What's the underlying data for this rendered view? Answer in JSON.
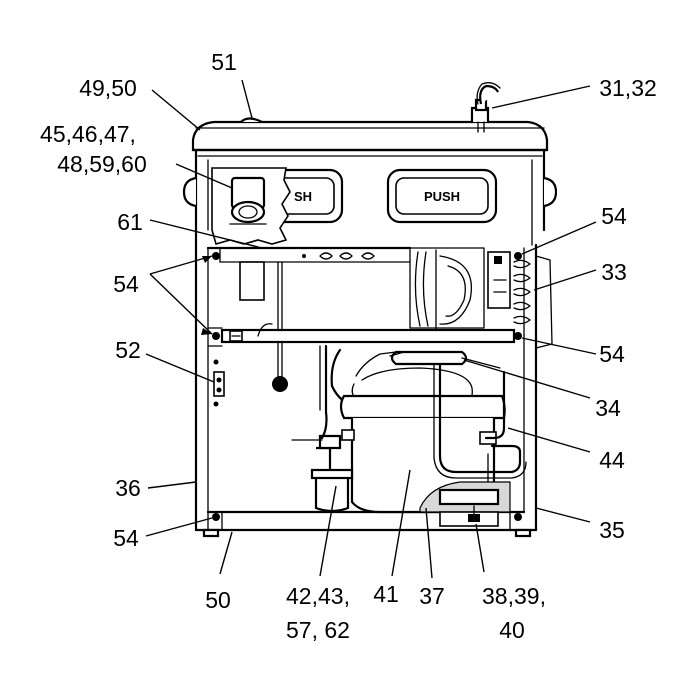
{
  "diagram": {
    "button_left_label": "SH",
    "button_right_label": "PUSH",
    "callouts": {
      "c31_32": "31,32",
      "c33": "33",
      "c34": "34",
      "c35": "35",
      "c36": "36",
      "c37": "37",
      "c38_line1": "38,39,",
      "c38_line2": "40",
      "c41": "41",
      "c42_line1": "42,43,",
      "c42_line2": "57, 62",
      "c44": "44",
      "c45_line1": "45,46,47,",
      "c45_line2": "48,59,60",
      "c49_50": "49,50",
      "c50": "50",
      "c51": "51",
      "c52": "52",
      "c54_top_right": "54",
      "c54_left": "54",
      "c54_mid_right": "54",
      "c54_bottom_left": "54",
      "c61": "61"
    }
  }
}
